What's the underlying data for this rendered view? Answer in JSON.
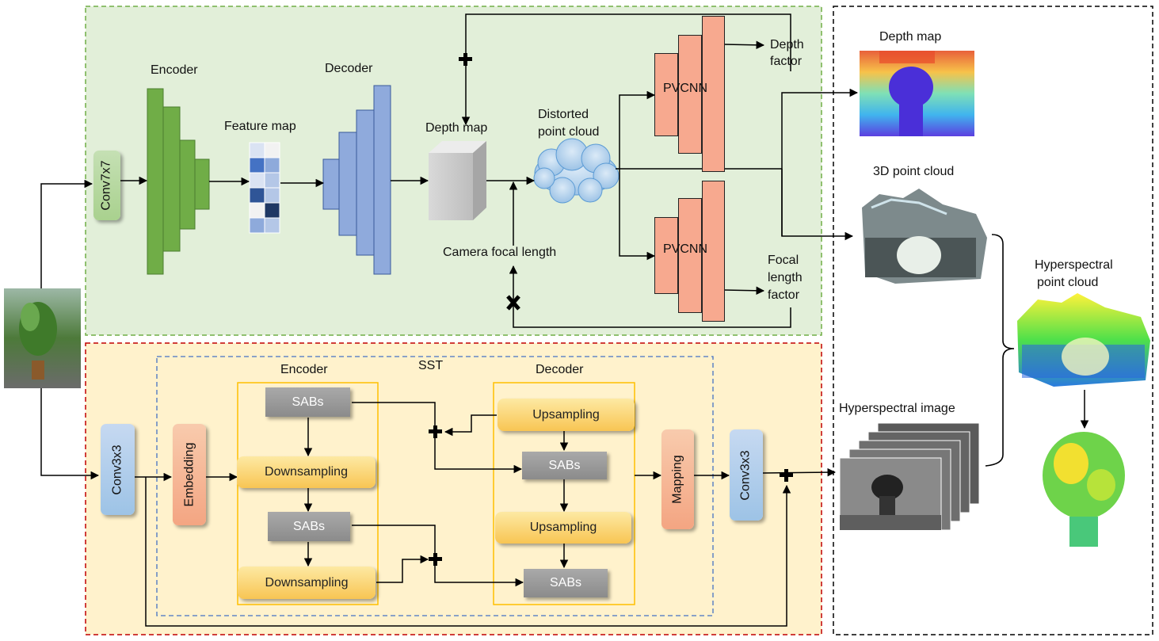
{
  "top_panel": {
    "conv7": "Conv7x7",
    "encoder": "Encoder",
    "feature_map": "Feature map",
    "decoder": "Decoder",
    "depth_map": "Depth map",
    "distorted_line1": "Distorted",
    "distorted_line2": "point cloud",
    "camera_focal": "Camera focal length",
    "pvcnn_top": "PVCNN",
    "pvcnn_bottom": "PVCNN",
    "depth_factor_line1": "Depth",
    "depth_factor_line2": "factor",
    "focal_factor_line1": "Focal",
    "focal_factor_line2": "length",
    "focal_factor_line3": "factor"
  },
  "bottom_panel": {
    "conv3_left": "Conv3x3",
    "embedding": "Embedding",
    "sst": "SST",
    "encoder": "Encoder",
    "decoder": "Decoder",
    "enc_sabs_1": "SABs",
    "enc_down_1": "Downsampling",
    "enc_sabs_2": "SABs",
    "enc_down_2": "Downsampling",
    "dec_up_1": "Upsampling",
    "dec_sabs_1": "SABs",
    "dec_up_2": "Upsampling",
    "dec_sabs_2": "SABs",
    "mapping": "Mapping",
    "conv3_right": "Conv3x3"
  },
  "right_panel": {
    "depth_map": "Depth map",
    "point_cloud_3d": "3D point cloud",
    "hyper_pc_line1": "Hyperspectral",
    "hyper_pc_line2": "point cloud",
    "hyper_image": "Hyperspectral image"
  },
  "colors": {
    "top_bg": "#e2efd9",
    "top_border": "#70ad47",
    "bottom_bg": "#fff2cc",
    "bottom_border": "#c00000",
    "sst_border": "#4472c4",
    "inner_border": "#ffc000"
  }
}
